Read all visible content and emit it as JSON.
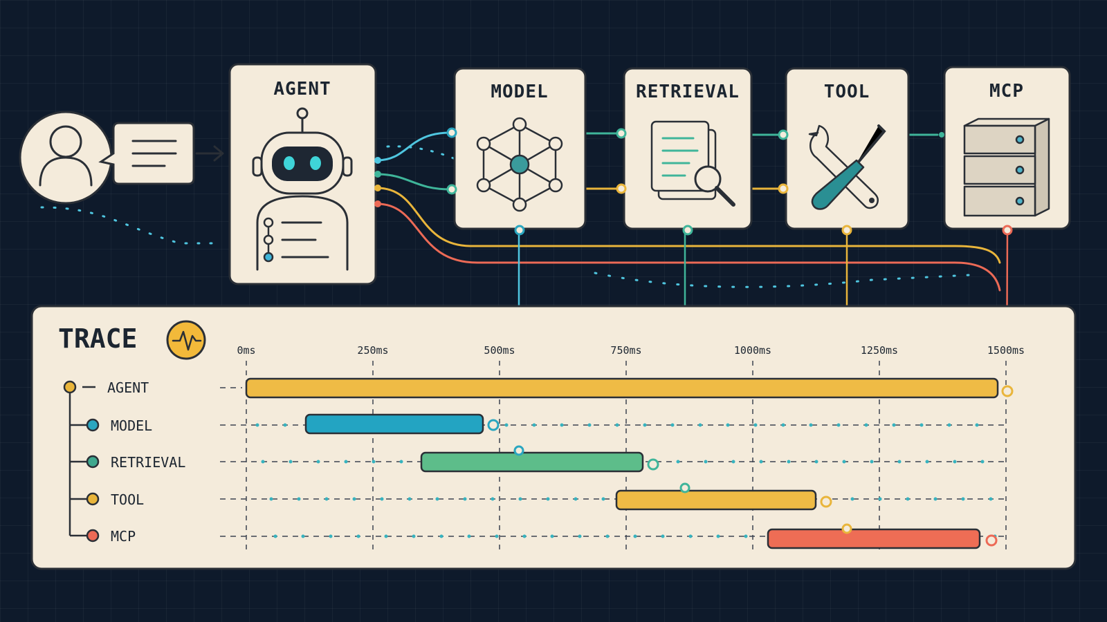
{
  "nodes": {
    "agent": "AGENT",
    "model": "MODEL",
    "retrieval": "RETRIEVAL",
    "tool": "TOOL",
    "mcp": "MCP"
  },
  "trace": {
    "title": "TRACE",
    "ticks": [
      "0ms",
      "250ms",
      "500ms",
      "750ms",
      "1000ms",
      "1250ms",
      "1500ms"
    ],
    "rows": [
      {
        "label": "AGENT",
        "color": "#e9b53b"
      },
      {
        "label": "MODEL",
        "color": "#2aa6c0"
      },
      {
        "label": "RETRIEVAL",
        "color": "#4db38a"
      },
      {
        "label": "TOOL",
        "color": "#e9b53b"
      },
      {
        "label": "MCP",
        "color": "#ec6a56"
      }
    ]
  },
  "colors": {
    "teal": "#2aa6c0",
    "green": "#3fb59a",
    "yellow": "#e9b53b",
    "red": "#ec6a56",
    "card": "#f4ebdb",
    "ink": "#2a2f36",
    "background": "#0e1a2b"
  }
}
